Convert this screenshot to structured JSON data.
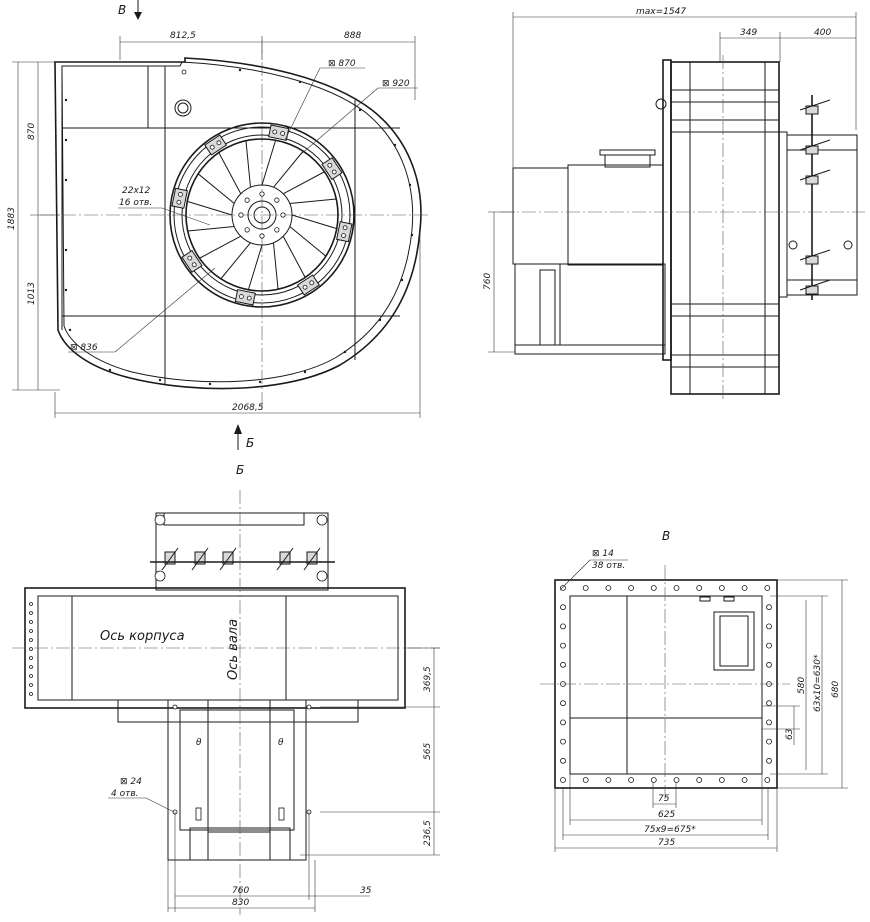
{
  "view_top_left": {
    "arrow_label_top": "В",
    "arrow_label_bottom": "Б",
    "dim_812": "812,5",
    "dim_888": "888",
    "dim_870_diam": "⊠ 870",
    "dim_920_diam": "⊠ 920",
    "dim_870_v": "870",
    "dim_1883": "1883",
    "dim_1013": "1013",
    "dim_2068": "2068,5",
    "holes_size": "22x12",
    "holes_count": "16 отв.",
    "dim_836_diam": "⊠ 836"
  },
  "view_top_right": {
    "dim_max": "max=1547",
    "dim_349": "349",
    "dim_400": "400",
    "dim_760": "760"
  },
  "view_bottom_left": {
    "title": "Б",
    "housing_axis": "Ось корпуса",
    "shaft_axis": "Ось вала",
    "dim_369": "369,5",
    "dim_565": "565",
    "dim_236": "236,5",
    "holes_diam": "⊠ 24",
    "holes_count": "4 отв.",
    "dim_760": "760",
    "dim_830": "830",
    "dim_35": "35"
  },
  "view_bottom_right": {
    "title": "В",
    "holes_diam": "⊠ 14",
    "holes_count": "38 отв.",
    "dim_580": "580",
    "dim_63x10": "63x10=630*",
    "dim_680": "680",
    "dim_63": "63",
    "dim_75": "75",
    "dim_625": "625",
    "dim_75x9": "75x9=675*",
    "dim_735": "735"
  }
}
